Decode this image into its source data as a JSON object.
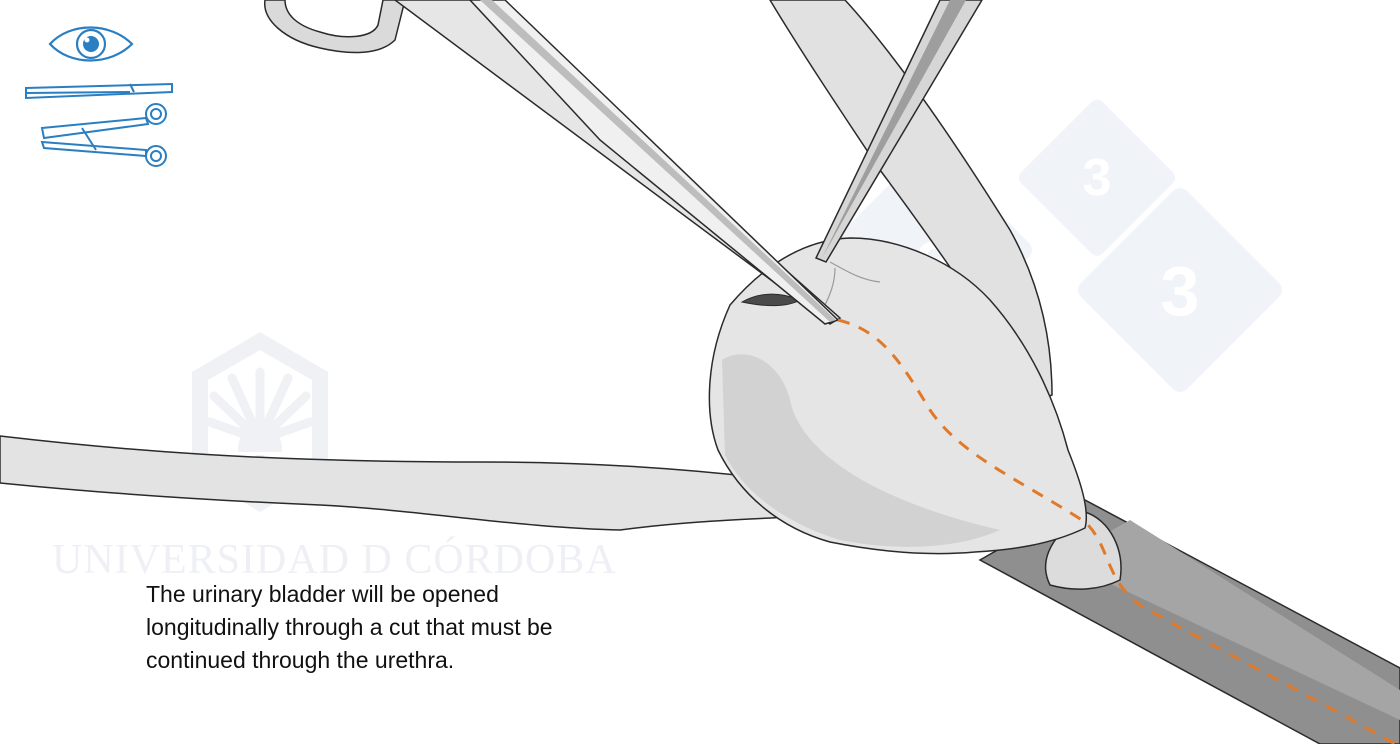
{
  "caption": {
    "lines": [
      "The urinary bladder will be opened",
      "longitudinally through a cut that must be",
      "continued through the urethra."
    ]
  },
  "watermark": {
    "university_text": "UNIVERSIDAD D CÓRDOBA",
    "number_glyph": "3"
  },
  "icons": {
    "view": "eye-icon",
    "tool_1": "forceps-icon",
    "tool_2": "scissors-icon"
  },
  "colors": {
    "icon_blue": "#2a7fc2",
    "cut_line": "#e07a2a",
    "tissue_light": "#e4e4e4",
    "tissue_dark": "#8c8c8c",
    "outline": "#222222",
    "watermark": "#eef1f6"
  }
}
